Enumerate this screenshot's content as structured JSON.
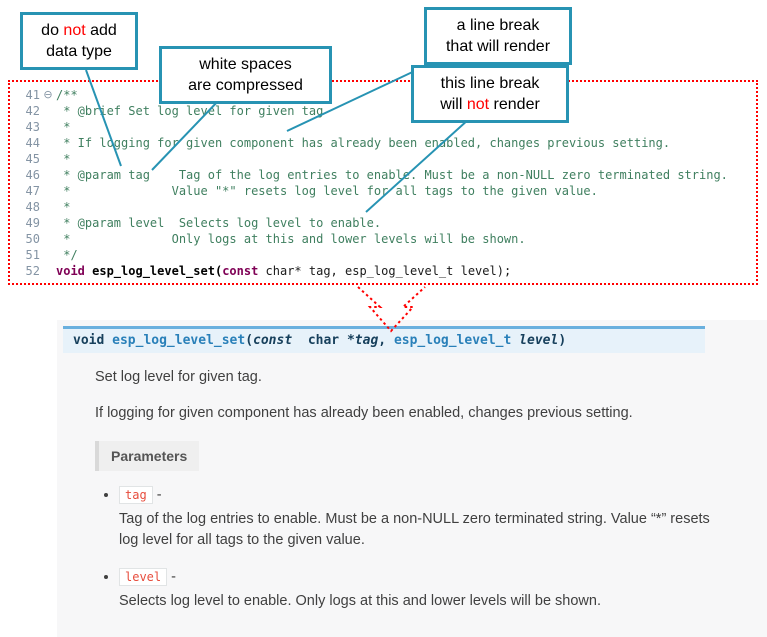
{
  "callouts": [
    {
      "l1a": "do ",
      "l1b": "not",
      "l1c": " add",
      "l2": "data type"
    },
    {
      "l1": "white spaces",
      "l2": "are compressed"
    },
    {
      "l1": "a line break",
      "l2": "that will render"
    },
    {
      "l1": "this line break",
      "l2a": "will ",
      "l2b": "not",
      "l2c": " render"
    }
  ],
  "code": {
    "lines": [
      {
        "num": "41",
        "fold": "⊖",
        "text": "/**"
      },
      {
        "num": "42",
        "fold": "",
        "text": " * @brief Set log level for given tag"
      },
      {
        "num": "43",
        "fold": "",
        "text": " *"
      },
      {
        "num": "44",
        "fold": "",
        "text": " * If logging for given component has already been enabled, changes previous setting."
      },
      {
        "num": "45",
        "fold": "",
        "text": " *"
      },
      {
        "num": "46",
        "fold": "",
        "text": " * @param tag    Tag of the log entries to enable. Must be a non-NULL zero terminated string."
      },
      {
        "num": "47",
        "fold": "",
        "text": " *              Value \"*\" resets log level for all tags to the given value."
      },
      {
        "num": "48",
        "fold": "",
        "text": " *"
      },
      {
        "num": "49",
        "fold": "",
        "text": " * @param level  Selects log level to enable."
      },
      {
        "num": "50",
        "fold": "",
        "text": " *              Only logs at this and lower levels will be shown."
      },
      {
        "num": "51",
        "fold": "",
        "text": " */"
      }
    ],
    "line52": {
      "num": "52",
      "fold": "",
      "kw1": "void",
      "name": " esp_log_level_set(",
      "kw2": "const",
      "rest": " char* tag, esp_log_level_t level);"
    }
  },
  "docs": {
    "signature": {
      "kw_return": "void ",
      "name": "esp_log_level_set",
      "open": "(",
      "kw_const": "const",
      "type1": "  char *",
      "param1": "tag",
      "comma": ", ",
      "type2": "esp_log_level_t",
      "sp": " ",
      "param2": "level",
      "close": ")"
    },
    "p1": "Set log level for given tag.",
    "p2": "If logging for given component has already been enabled, changes previous setting.",
    "params_label": "Parameters",
    "params": [
      {
        "name": "tag",
        "sep": " - ",
        "desc": "Tag of the log entries to enable. Must be a non-NULL zero terminated string. Value “*” resets log level for all tags to the given value."
      },
      {
        "name": "level",
        "sep": " - ",
        "desc": "Selects log level to enable. Only logs at this and lower levels will be shown."
      }
    ]
  }
}
